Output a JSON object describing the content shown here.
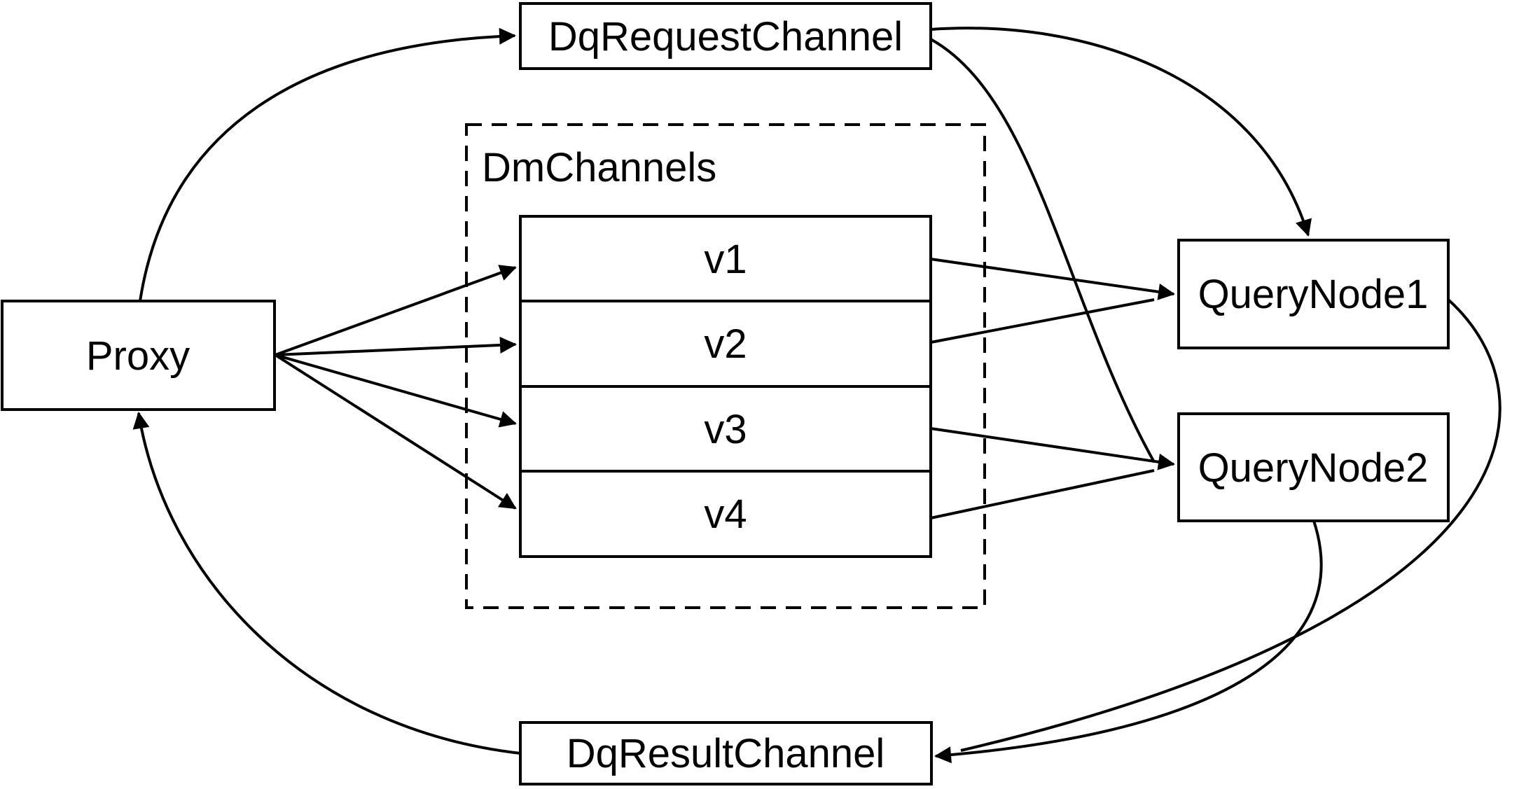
{
  "diagram": {
    "nodes": {
      "proxy": {
        "label": "Proxy"
      },
      "dq_request_channel": {
        "label": "DqRequestChannel"
      },
      "dm_channels": {
        "label": "DmChannels"
      },
      "channels": [
        {
          "label": "v1"
        },
        {
          "label": "v2"
        },
        {
          "label": "v3"
        },
        {
          "label": "v4"
        }
      ],
      "query_node_1": {
        "label": "QueryNode1"
      },
      "query_node_2": {
        "label": "QueryNode2"
      },
      "dq_result_channel": {
        "label": "DqResultChannel"
      }
    },
    "colors": {
      "stroke": "#000000",
      "background": "#ffffff"
    }
  }
}
